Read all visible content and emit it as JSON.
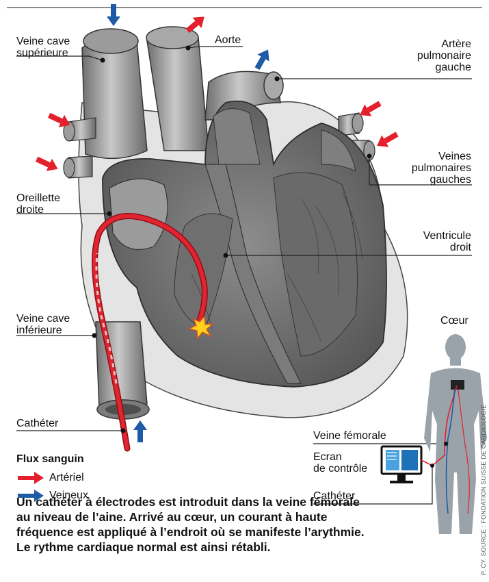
{
  "labels": {
    "veine_cave_superieure": [
      "Veine cave",
      "supérieure"
    ],
    "aorte": "Aorte",
    "artere_pulmonaire_gauche": [
      "Artère",
      "pulmonaire",
      "gauche"
    ],
    "veines_pulmonaires_gauches": [
      "Veines",
      "pulmonaires",
      "gauches"
    ],
    "oreillette_droite": [
      "Oreillette",
      "droite"
    ],
    "ventricule_droit": [
      "Ventricule",
      "droit"
    ],
    "veine_cave_inferieure": [
      "Veine cave",
      "inférieure"
    ],
    "catheter_left": "Cathéter",
    "coeur": "Cœur",
    "veine_femorale": "Veine fémorale",
    "ecran_de_controle": [
      "Ecran",
      "de contrôle"
    ],
    "catheter_right": "Cathéter"
  },
  "legend": {
    "title": "Flux sanguin",
    "items": [
      {
        "label": "Artériel",
        "color": "#e3202c"
      },
      {
        "label": "Veineux",
        "color": "#1f5aa6"
      }
    ]
  },
  "caption": [
    "Un cathéter à électrodes est introduit dans la veine fémorale",
    "au niveau de l’aine. Arrivé au cœur, un courant à haute",
    "fréquence est appliqué à l’endroit où se manifeste l’arythmie.",
    "Le rythme cardiaque normal est ainsi rétabli."
  ],
  "source": "P. CY. SOURCE : FONDATION SUISSE DE CARDIOLOGIE",
  "colors": {
    "arterial": "#e3202c",
    "venous": "#1f5aa6",
    "heart_body": "#8c8c8c",
    "heart_dark": "#5b5b5b",
    "silhouette": "#9aa3aa",
    "catheter": "#d41f2a"
  }
}
